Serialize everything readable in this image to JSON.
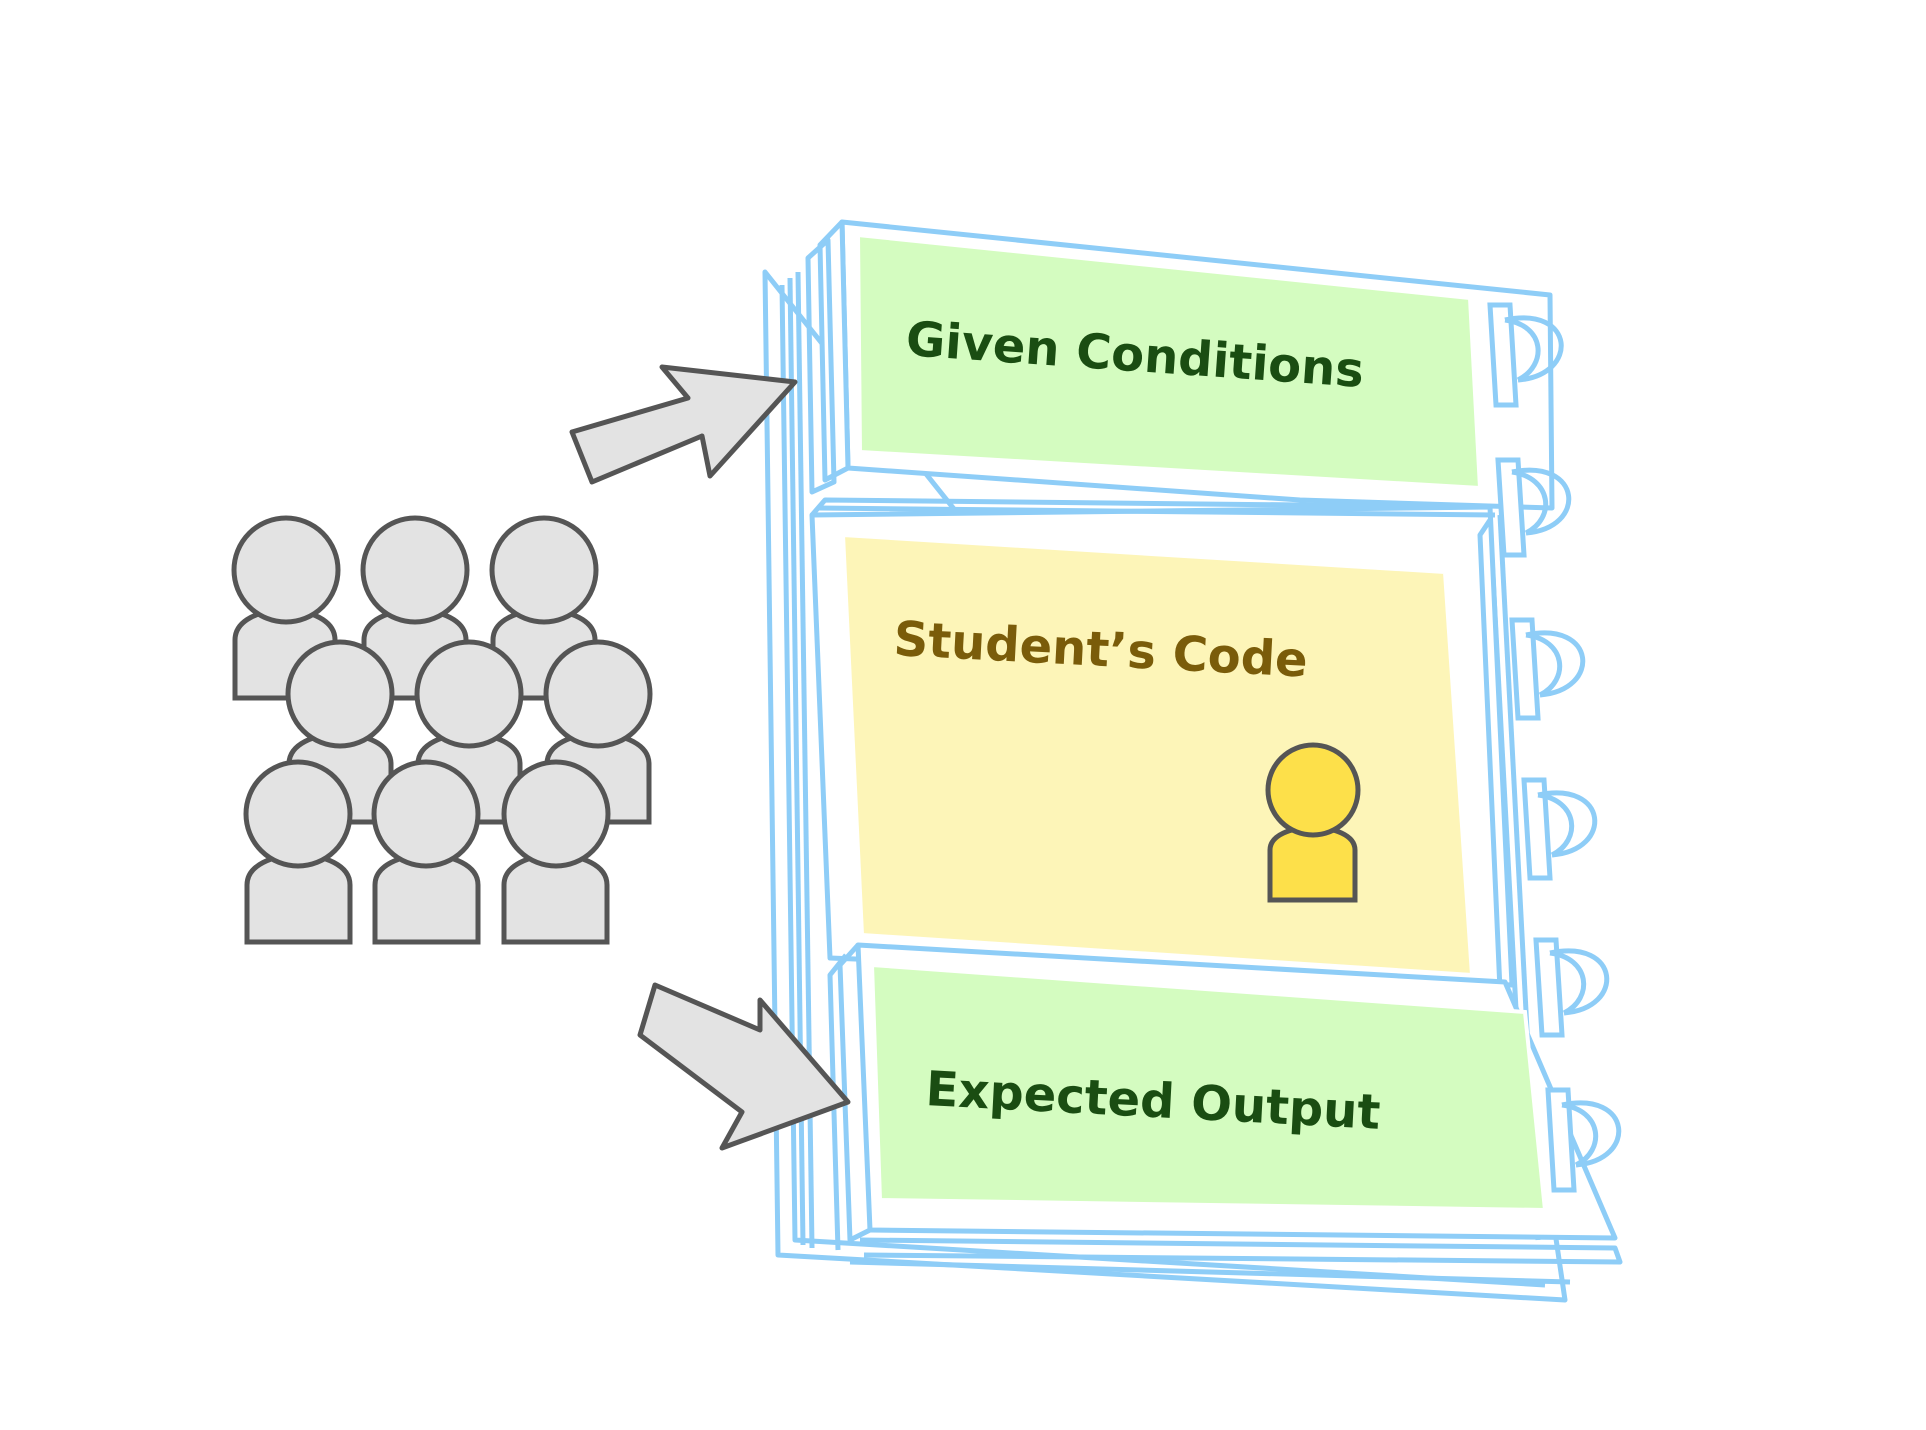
{
  "sections": {
    "given": {
      "label": "Given Conditions",
      "fill": "#d4fcc0",
      "text_color": "#1a4d12"
    },
    "code": {
      "label": "Student’s Code",
      "fill": "#fdf5b8",
      "text_color": "#7a5c0a"
    },
    "expected": {
      "label": "Expected Output",
      "fill": "#d4fcc0",
      "text_color": "#1a4d12"
    }
  },
  "colors": {
    "binder_outline": "#8ecdf7",
    "crowd_fill": "#e3e3e3",
    "crowd_stroke": "#555555",
    "student_fill": "#fde04a",
    "arrow_fill": "#e3e3e3"
  },
  "icons": {
    "crowd": "people-group-icon",
    "student": "person-icon",
    "arrows": "arrow-icon",
    "rings": "binder-ring-icon"
  }
}
